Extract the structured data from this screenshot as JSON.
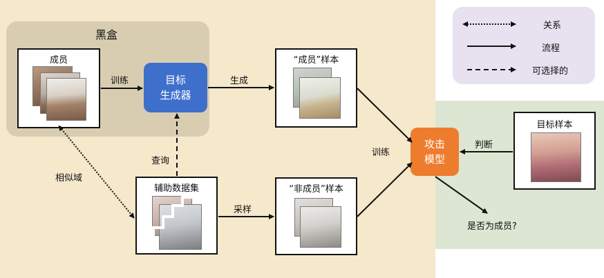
{
  "blackbox": {
    "title": "黑盒"
  },
  "members_box": {
    "title": "成员"
  },
  "generator": {
    "line1": "目标",
    "line2": "生成器"
  },
  "member_samples": {
    "title": "“成员”样本"
  },
  "aux_dataset": {
    "title": "辅助数据集"
  },
  "nonmember_samples": {
    "title": "“非成员”样本"
  },
  "attack_model": {
    "line1": "攻击",
    "line2": "模型"
  },
  "target_sample": {
    "title": "目标样本"
  },
  "edges": {
    "train1": "训练",
    "generate": "生成",
    "query": "查询",
    "similar_domain": "相似域",
    "sample": "采样",
    "train2": "训练",
    "judge": "判断",
    "output": "是否为成员?"
  },
  "legend": {
    "items": [
      {
        "style": "dotted",
        "label": "关系"
      },
      {
        "style": "solid",
        "label": "流程"
      },
      {
        "style": "dashed",
        "label": "可选择的"
      }
    ]
  },
  "colors": {
    "main_bg": "#f5e8cb",
    "blackbox_bg": "#d9cdb1",
    "right_bg": "#dce6d2",
    "legend_bg": "#e8e1ef",
    "generator": "#3e6fcb",
    "attack_model": "#ee7c2e"
  }
}
